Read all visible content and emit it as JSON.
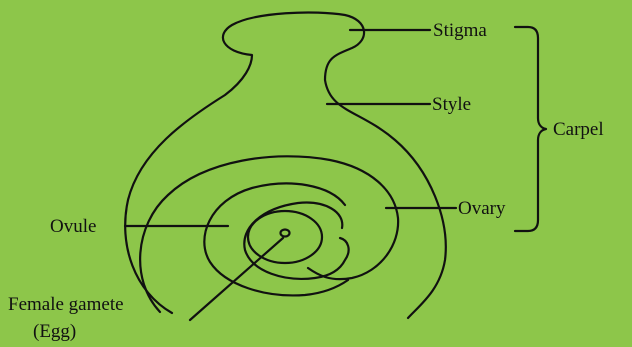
{
  "colors": {
    "background": "#8dc64a",
    "ink": "#111111"
  },
  "labels": {
    "stigma": "Stigma",
    "style": "Style",
    "carpel": "Carpel",
    "ovary": "Ovary",
    "ovule": "Ovule",
    "female_gamete": "Female gamete",
    "egg": "(Egg)"
  }
}
